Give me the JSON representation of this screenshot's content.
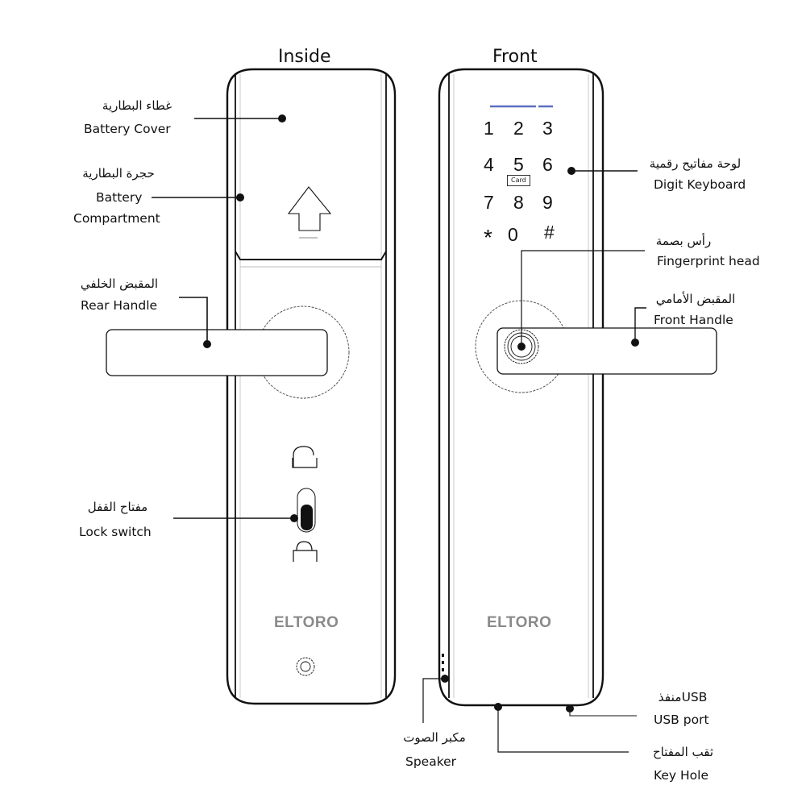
{
  "diagram": {
    "brand_color": "#8a8a8a",
    "indicator_color": "#5b6fc0",
    "views": {
      "inside": {
        "title": "Inside",
        "brand": "ELTORO",
        "callouts": [
          {
            "id": "battery-cover",
            "ar": "غطاء البطارية",
            "en": "Battery Cover"
          },
          {
            "id": "battery-compartment",
            "ar": "حجرة البطارية",
            "en": "Battery",
            "en2": "Compartment"
          },
          {
            "id": "rear-handle",
            "ar": "المقبض الخلفي",
            "en": "Rear Handle"
          },
          {
            "id": "lock-switch",
            "ar": "مفتاح القفل",
            "en": "Lock switch"
          }
        ]
      },
      "front": {
        "title": "Front",
        "brand": "ELTORO",
        "keypad": [
          "1",
          "2",
          "3",
          "4",
          "5",
          "6",
          "7",
          "8",
          "9",
          "*",
          "0",
          "#"
        ],
        "card_label": "Card",
        "callouts": [
          {
            "id": "digit-keyboard",
            "ar": "لوحة مفاتيح رقمية",
            "en": "Digit Keyboard"
          },
          {
            "id": "fingerprint-head",
            "ar": "رأس بصمة",
            "en": "Fingerprint head"
          },
          {
            "id": "front-handle",
            "ar": "المقبض الأمامي",
            "en": "Front Handle"
          },
          {
            "id": "usb-port",
            "ar": "USBمنفذ",
            "en": "USB port"
          },
          {
            "id": "speaker",
            "ar": "مكبر الصوت",
            "en": "Speaker"
          },
          {
            "id": "key-hole",
            "ar": "ثقب المفتاح",
            "en": "Key Hole"
          }
        ]
      }
    }
  }
}
